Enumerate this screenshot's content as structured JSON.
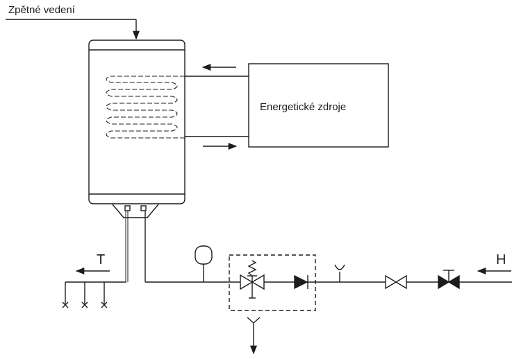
{
  "labels": {
    "return_line": "Zpětné vedení",
    "energy_sources": "Energetické zdroje",
    "hot_water": "T",
    "cold_water": "H"
  },
  "colors": {
    "line": "#1c1c1c",
    "background": "#ffffff"
  }
}
